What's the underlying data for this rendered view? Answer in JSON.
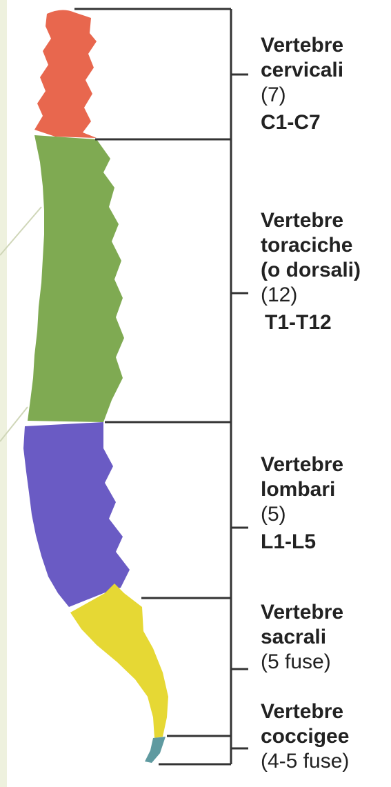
{
  "colors": {
    "cervical": "#e8674e",
    "thoracic": "#7faa52",
    "lumbar": "#6a5bc4",
    "sacral": "#e6d834",
    "coccyx": "#5f9aa0",
    "bracket": "#333333"
  },
  "regions": [
    {
      "id": "cervical",
      "title_1": "Vertebre",
      "title_2": "cervicali",
      "count": "(7)",
      "range": "C1-C7"
    },
    {
      "id": "thoracic",
      "title_1": "Vertebre",
      "title_2": "toraciche",
      "title_3": "(o dorsali)",
      "count": "(12)",
      "range": "T1-T12"
    },
    {
      "id": "lumbar",
      "title_1": "Vertebre",
      "title_2": "lombari",
      "count": "(5)",
      "range": "L1-L5"
    },
    {
      "id": "sacral",
      "title_1": "Vertebre",
      "title_2": "sacrali",
      "count": "(5 fuse)"
    },
    {
      "id": "coccygeal",
      "title_1": "Vertebre",
      "title_2": "coccigee",
      "count": "(4-5 fuse)"
    }
  ]
}
